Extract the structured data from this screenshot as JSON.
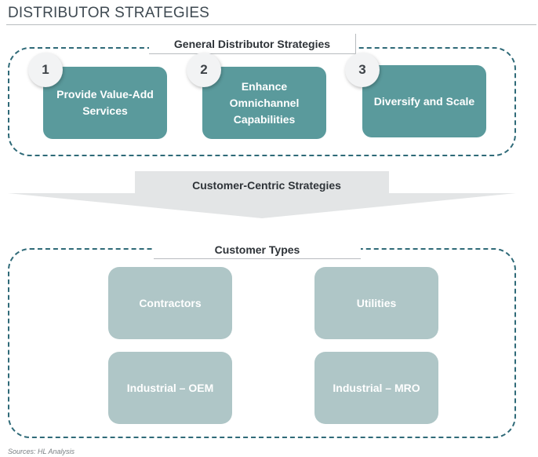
{
  "title": "DISTRIBUTOR STRATEGIES",
  "general": {
    "label": "General Distributor Strategies",
    "strategies": [
      {
        "number": "1",
        "text": "Provide Value-Add Services"
      },
      {
        "number": "2",
        "text": "Enhance Omnichannel Capabilities"
      },
      {
        "number": "3",
        "text": "Diversify and Scale"
      }
    ]
  },
  "customer_centric": {
    "label": "Customer-Centric Strategies"
  },
  "customer_types": {
    "label": "Customer Types",
    "items": [
      "Contractors",
      "Utilities",
      "Industrial – OEM",
      "Industrial – MRO"
    ]
  },
  "sources": "Sources: HL Analysis",
  "colors": {
    "strategy_card": "#5a9a9c",
    "type_card": "#afc6c7",
    "dashed_border": "#2f6a78",
    "arrow": "#e3e5e6"
  }
}
